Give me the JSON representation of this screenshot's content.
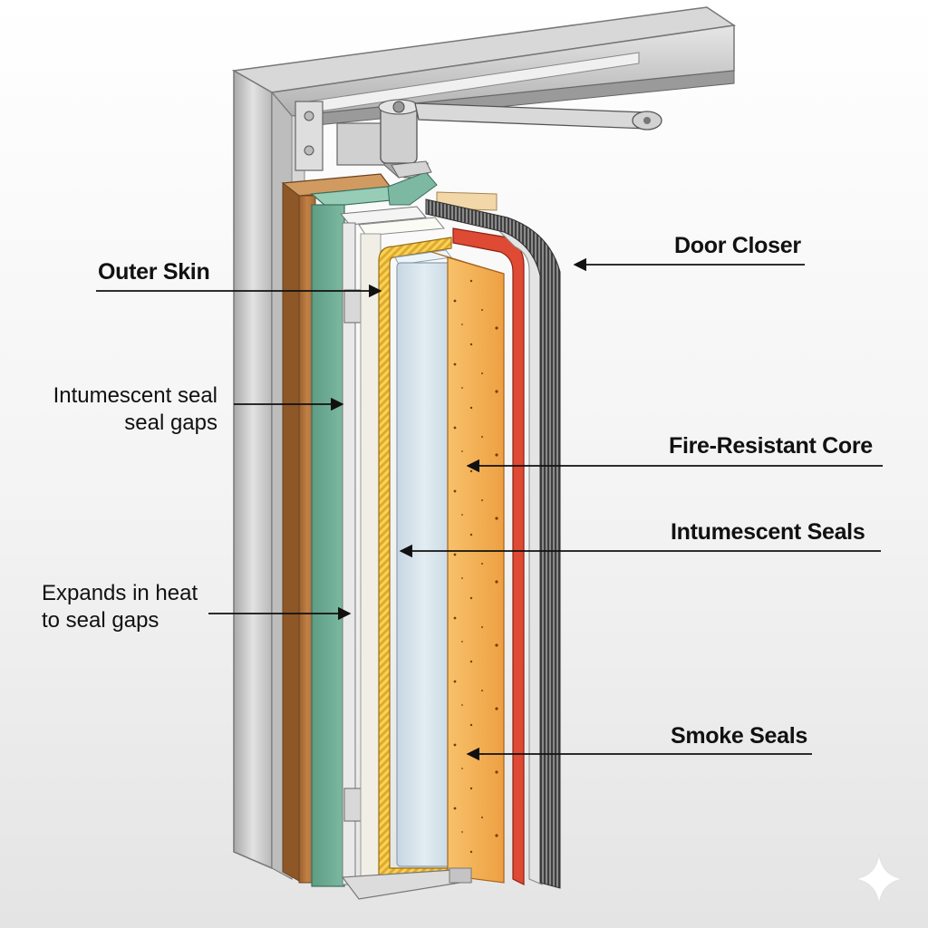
{
  "labels": {
    "outer_skin": "Outer Skin",
    "intumescent_seal_line1": "Intumescent seal",
    "intumescent_seal_line2": "seal gaps",
    "expands_line1": "Expands in heat",
    "expands_line2": "to seal gaps",
    "door_closer": "Door Closer",
    "fire_resistant_core": "Fire-Resistant Core",
    "intumescent_seals": "Intumescent Seals",
    "smoke_seals": "Smoke Seals"
  },
  "icons": {
    "watermark": "sparkle-icon"
  },
  "colors": {
    "wood": "#b9793f",
    "green_layer": "#6fae96",
    "core_orange": "#f2a94a",
    "red_layer": "#de4a33",
    "insulation_blue": "#d5e2ea",
    "yellow_strip": "#f0c23b",
    "metal": "#c9c9c9",
    "brush_seal": "#555555"
  }
}
